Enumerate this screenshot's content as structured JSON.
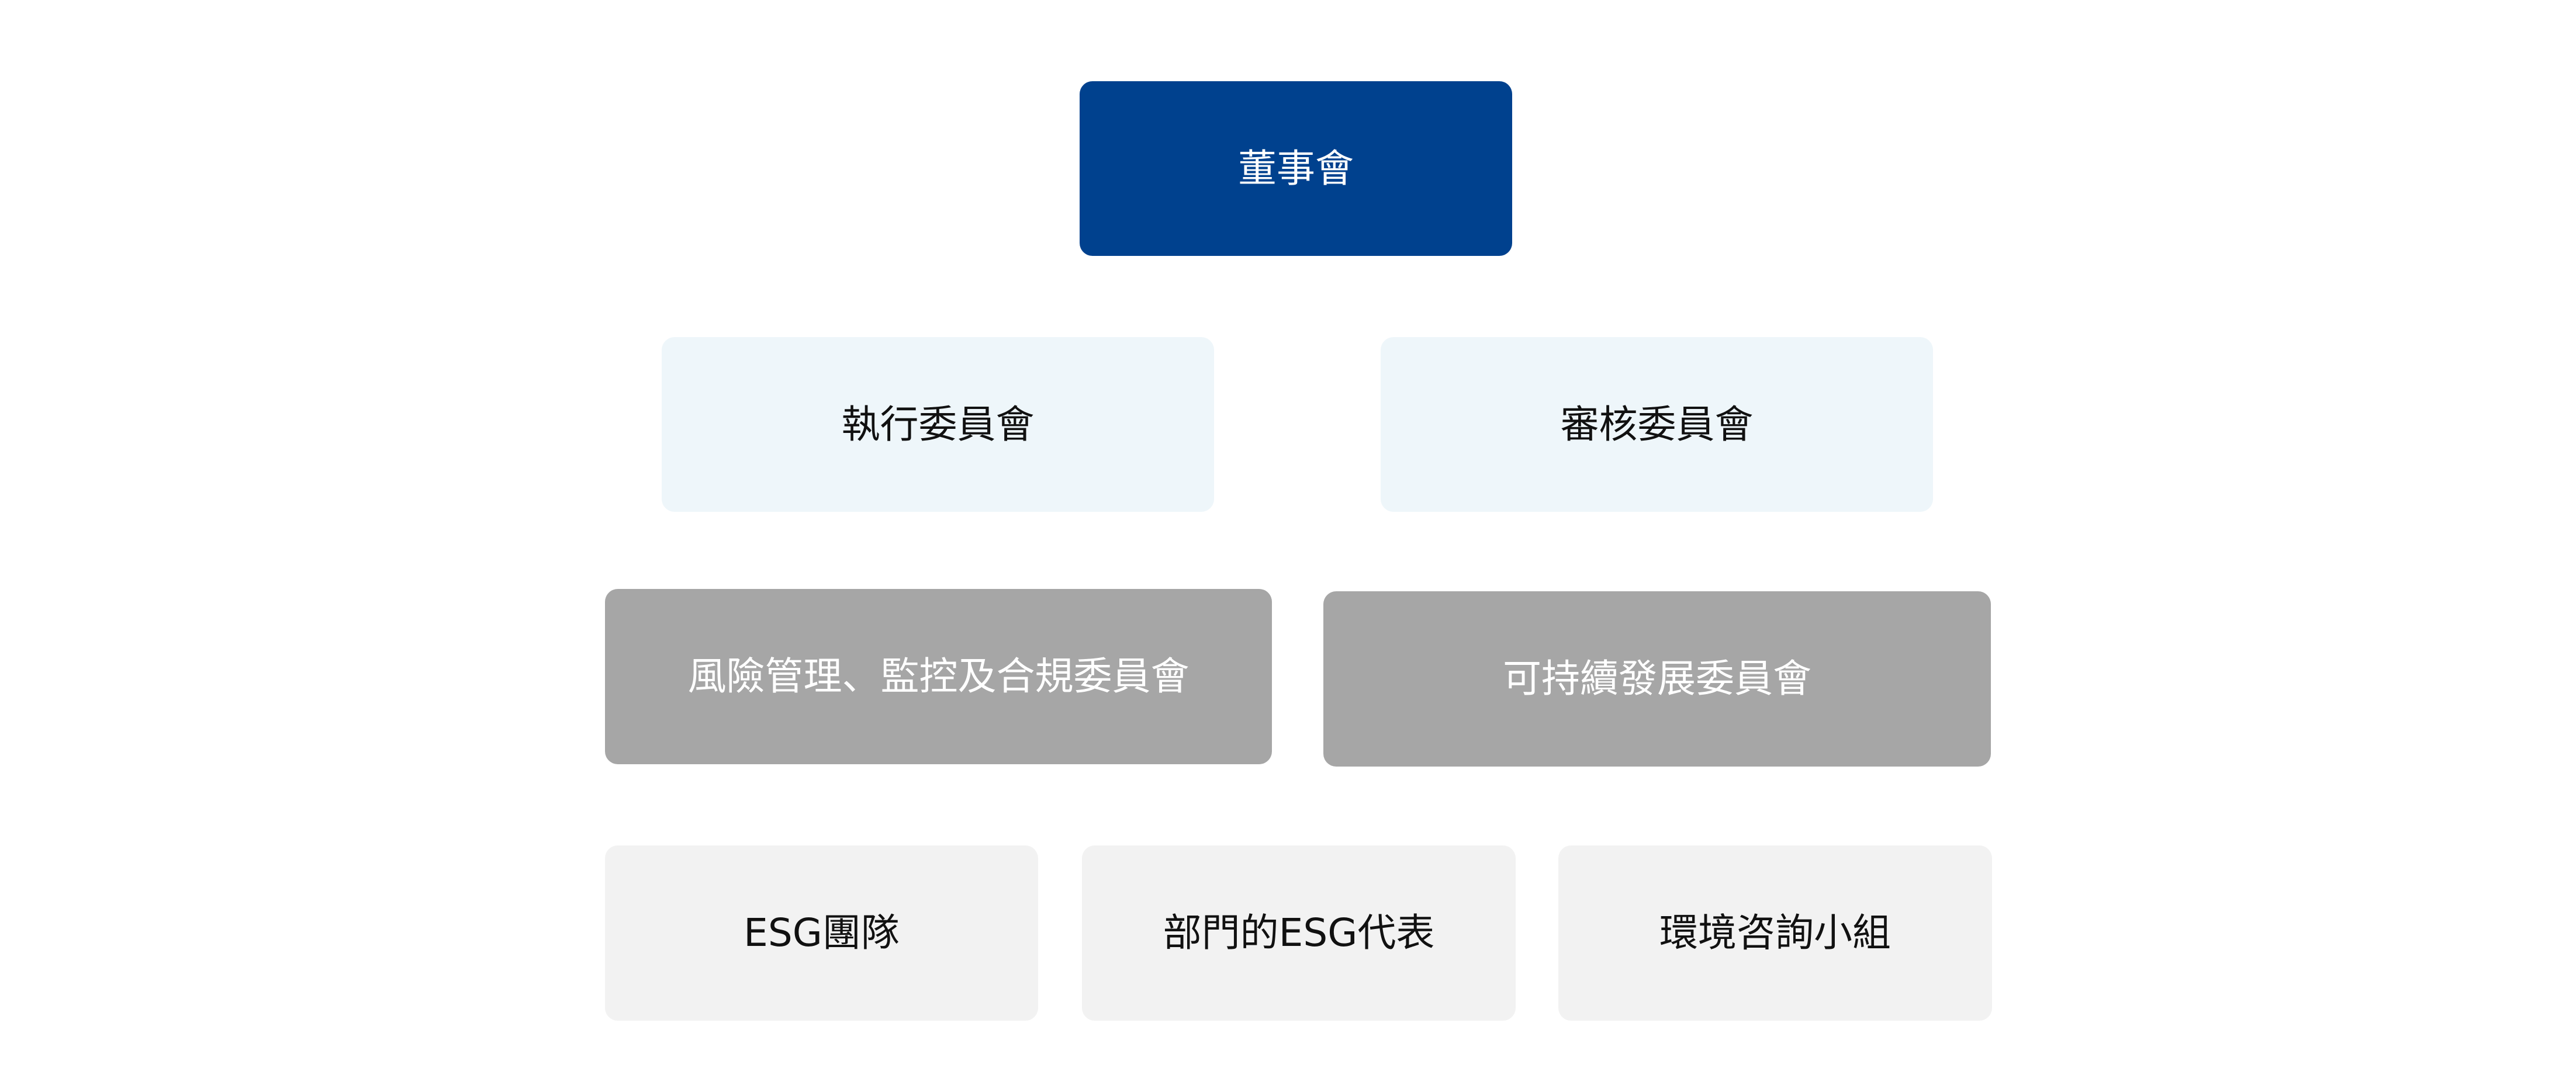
{
  "diagram": {
    "board": {
      "label": "董事會"
    },
    "committees": [
      {
        "label": "執行委員會"
      },
      {
        "label": "審核委員會"
      }
    ],
    "subcommittees": [
      {
        "label": "風險管理、監控及合規委員會"
      },
      {
        "label": "可持續發展委員會"
      }
    ],
    "teams": [
      {
        "label": "ESG團隊"
      },
      {
        "label": "部門的ESG代表"
      },
      {
        "label": "環境咨詢小組"
      }
    ]
  },
  "colors": {
    "board_bg": "#00418E",
    "committee_bg": "#EEF6FA",
    "subcommittee_bg": "#A6A6A6",
    "team_bg": "#F2F2F2"
  }
}
